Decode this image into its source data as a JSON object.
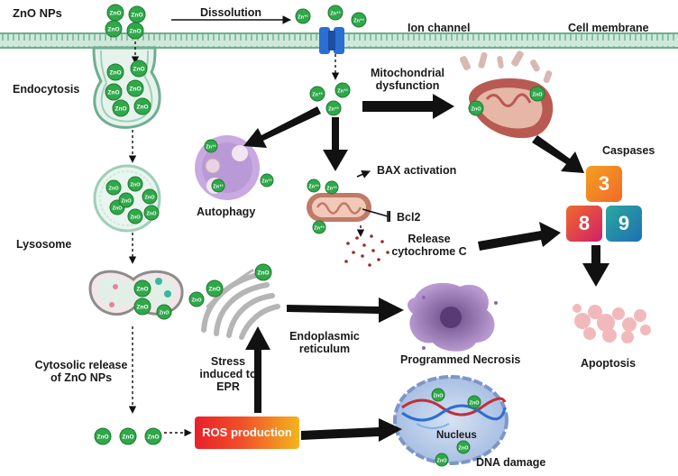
{
  "labels": {
    "zno_nps": "ZnO NPs",
    "dissolution": "Dissolution",
    "ion_channel": "Ion channel",
    "cell_membrane": "Cell membrane",
    "endocytosis": "Endocytosis",
    "mito_dysfunction_1": "Mitochondrial",
    "mito_dysfunction_2": "dysfunction",
    "caspases": "Caspases",
    "bax": "BAX activation",
    "bcl2": "Bcl2",
    "autophagy": "Autophagy",
    "lysosome": "Lysosome",
    "release_1": "Release",
    "release_2": "cytochrome C",
    "er_1": "Endoplasmic",
    "er_2": "reticulum",
    "necrosis": "Programmed Necrosis",
    "apoptosis": "Apoptosis",
    "cytosolic_1": "Cytosolic release",
    "cytosolic_2": "of ZnO NPs",
    "stress_1": "Stress",
    "stress_2": "induced to",
    "stress_3": "EPR",
    "ros": "ROS production",
    "nucleus": "Nucleus",
    "dna_damage": "DNA damage"
  },
  "caspase_numbers": [
    "3",
    "8",
    "9"
  ],
  "particle_labels": {
    "zno": "ZnO",
    "zn_ion": "Zn⁺²"
  },
  "colors": {
    "particle": "#2fa84a",
    "particle_dark": "#1f7a34",
    "membrane": "#9fcfb7",
    "ion_channel": "#2a6fd1",
    "arrow": "#111111",
    "mitochondria": "#c9806a",
    "autophagy": "#b99ad6",
    "necrosis": "#8e6aa8",
    "nucleus": "#9db4dc",
    "casp3": "#f4a020",
    "casp8": "#e0306a",
    "casp9": "#1f8fb0"
  }
}
